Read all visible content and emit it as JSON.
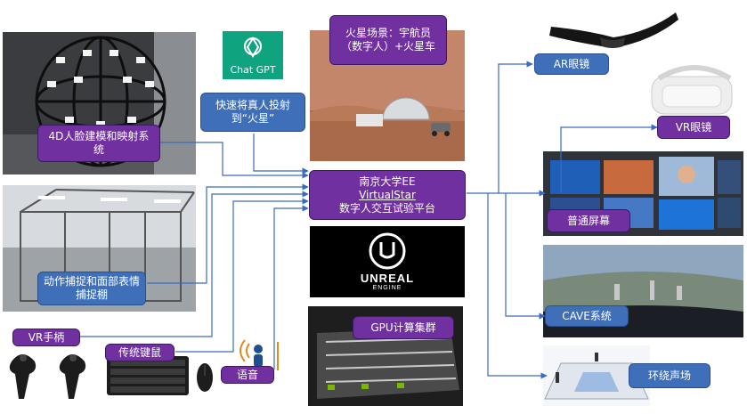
{
  "platform": {
    "line1": "南京大学EE",
    "line2": "VirtualStar",
    "line3": "数字人交互试验平台"
  },
  "inputs": {
    "face_scan": "4D人脸建模和映射系统",
    "mocap": "动作捕捉和面部表情捕捉棚",
    "vr_controller": "VR手柄",
    "keyboard_mouse": "传统键鼠",
    "voice": "语音",
    "chatgpt_logo": "Chat GPT",
    "chatgpt_label": "快速将真人投射到“火星”"
  },
  "scene": {
    "mars_label": "火星场景：宇航员（数字人）+火星车"
  },
  "engine": {
    "line1": "UNREAL",
    "line2": "ENGINE"
  },
  "compute": {
    "gpu_label": "GPU计算集群"
  },
  "outputs": {
    "ar": "AR眼镜",
    "vr": "VR眼镜",
    "screen": "普通屏幕",
    "cave": "CAVE系统",
    "audio": "环绕声场"
  },
  "colors": {
    "purple": "#7030a0",
    "blue": "#3f6fb8",
    "wire": "#3a6bc0"
  }
}
